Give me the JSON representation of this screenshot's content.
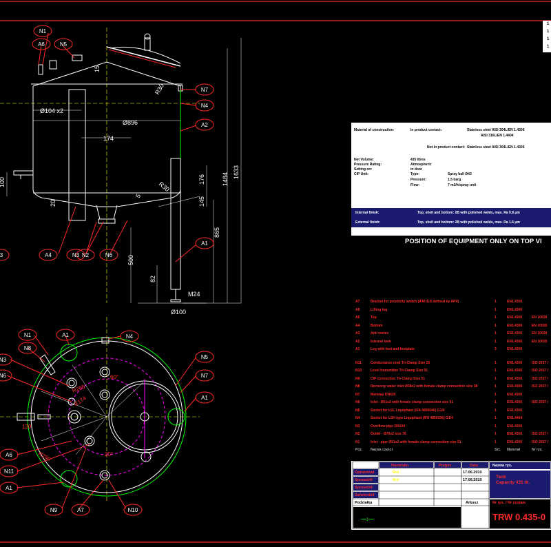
{
  "main_view": {
    "dims": {
      "d104x2": "Ø104 x2",
      "d896": "Ø896",
      "d174": "174",
      "d100": "100",
      "d20": "20",
      "d1484": "1484",
      "d1633": "1633",
      "d176": "176",
      "d145": "145",
      "d865": "865",
      "d500": "500",
      "d82": "82",
      "m24": "M24",
      "d100b": "Ø100",
      "r30a": "R30",
      "r30b": "R30",
      "d15": "15",
      "d5": "5"
    },
    "callouts": {
      "n1": "N1",
      "a6": "A6",
      "n5": "N5",
      "n7": "N7",
      "n4": "N4",
      "a2": "A2",
      "a4": "A4",
      "n3": "N3",
      "n2": "N2",
      "n6": "N6",
      "a1": "A1",
      "a3": "3"
    }
  },
  "top_view": {
    "callouts": {
      "n1": "N1",
      "a1a": "A1",
      "n4": "N4",
      "n8": "N8",
      "n3": "N3",
      "n6": "N6",
      "n5": "N5",
      "n7": "N7",
      "a1b": "A1",
      "a6": "A6",
      "n11": "N11",
      "a1c": "A1",
      "n9": "N9",
      "a7": "A7",
      "n10": "N10"
    },
    "dims": {
      "r174": "R174",
      "r285": "R285",
      "r280": "R280",
      "d20": "20°",
      "d60": "60°",
      "d120": "120"
    }
  },
  "spec": {
    "material_label": "Material of construction:",
    "in_product_label": "In product contact:",
    "in_product_value1": "Stainless steel AISI 304L/EN 1.4306",
    "in_product_value2": "AISI 316L/EN 1.4404",
    "not_in_product_label": "Not in product contact:",
    "not_in_product_value": "Stainless steel AISI 304L/EN 1.4306",
    "net_volume_label": "Net Volume:",
    "net_volume_value": "435 litres",
    "pressure_label": "Pressure Rating:",
    "pressure_value": "Atmospheric",
    "setting_label": "Setting on:",
    "setting_value": "in door",
    "cip_label": "CIP Unit:",
    "cip_type_label": "Type:",
    "cip_type_value": "Spray ball Ø43",
    "cip_pressure_label": "Pressure:",
    "cip_pressure_value": "1.5 barg",
    "cip_flow_label": "Flow:",
    "cip_flow_value": "7 m3/h/spray unit",
    "internal_finish_label": "Internal finish:",
    "internal_finish_value": "Top, shell and bottom: 2B with polished welds, max. Ra 0.8 μm",
    "external_finish_label": "External finish:",
    "external_finish_value": "Top, shell and bottom: 2B with polished welds, max. Ra 1.6 μm",
    "position_note": "POSITION OF EQUIPMENT ONLY ON TOP VI"
  },
  "bom": {
    "rows": [
      {
        "pos": "A7",
        "desc": "Bracket for proximity switch (IFM IGS defined by APV)",
        "qty": "1",
        "mat": "EN1.4306",
        "std": "",
        "color": "red"
      },
      {
        "pos": "A6",
        "desc": "Lifting lug",
        "qty": "1",
        "mat": "EN1.4306",
        "std": "",
        "color": "red"
      },
      {
        "pos": "A5",
        "desc": "Top",
        "qty": "1",
        "mat": "EN1.4306",
        "std": "EN 10028",
        "color": "red"
      },
      {
        "pos": "A4",
        "desc": "Bottom",
        "qty": "1",
        "mat": "EN1.4306",
        "std": "EN 10028",
        "color": "red"
      },
      {
        "pos": "A3",
        "desc": "Anti vortex",
        "qty": "1",
        "mat": "EN1.4306",
        "std": "EN 10028",
        "color": "red"
      },
      {
        "pos": "A2",
        "desc": "Internal tank",
        "qty": "1",
        "mat": "EN1.4306",
        "std": "EN 10028",
        "color": "red"
      },
      {
        "pos": "A1",
        "desc": "Leg with foot and footplate",
        "qty": "3",
        "mat": "EN1.4306",
        "std": "",
        "color": "red"
      },
      {
        "pos": "N11",
        "desc": "Conductance nisd Tri-Clamp Size 25",
        "qty": "1",
        "mat": "EN1.4306",
        "std": "ISO 2037 /",
        "color": "red"
      },
      {
        "pos": "N10",
        "desc": "Level transmitter Tri-Clamp Size 51",
        "qty": "1",
        "mat": "EN1.4306",
        "std": "ISO 2037 /",
        "color": "red"
      },
      {
        "pos": "N9",
        "desc": "CIP connection Tri-Clamp Size 51",
        "qty": "1",
        "mat": "EN1.4306",
        "std": "ISO 2037 /",
        "color": "red"
      },
      {
        "pos": "N8",
        "desc": "Recovery water inlet Ø38x2 with female clamp connection size 38",
        "qty": "1",
        "mat": "EN1.4306",
        "std": "ISO 2037 /",
        "color": "red"
      },
      {
        "pos": "N7",
        "desc": "Manway DN420",
        "qty": "1",
        "mat": "EN1.4306",
        "std": "",
        "color": "red"
      },
      {
        "pos": "N6",
        "desc": "Inlet - Ø51x2 with female clamp connection size 51",
        "qty": "1",
        "mat": "EN1.4306",
        "std": "ISO 2037 /",
        "color": "red"
      },
      {
        "pos": "N5",
        "desc": "Socket for LSL Liquiphant (IFA 4850046) G1/4",
        "qty": "1",
        "mat": "EN1.4306",
        "std": "",
        "color": "red"
      },
      {
        "pos": "N4",
        "desc": "Socket for LSH type Liquiphant (IFA 4850106) G1/4",
        "qty": "1",
        "mat": "EN1.4404",
        "std": "",
        "color": "red"
      },
      {
        "pos": "N3",
        "desc": "Overflow pipe DN104",
        "qty": "1",
        "mat": "EN1.4306",
        "std": "",
        "color": "red"
      },
      {
        "pos": "N2",
        "desc": "Outlet - Ø76x2 size 76",
        "qty": "1",
        "mat": "EN1.4306",
        "std": "ISO 2037 /",
        "color": "red"
      },
      {
        "pos": "N1",
        "desc": "Inlet - pipe Ø51x2 with female clamp connection size 51",
        "qty": "1",
        "mat": "EN1.4306",
        "std": "ISO 2037 /",
        "color": "red"
      },
      {
        "pos": "Poz.",
        "desc": "Nazwa części",
        "qty": "Szt.",
        "mat": "Materiał",
        "std": "Nr rys. ",
        "color": "gray"
      }
    ]
  },
  "title_block": {
    "col_name": "Nazwisko",
    "col_sign": "Podpis",
    "col_date": "Data",
    "r1": "Opracował",
    "r1_name": "Rut",
    "r1_date": "17.06.2010",
    "r2": "Sprawdził",
    "r2_name": "Rut",
    "r2_date": "17.06.2010",
    "r3": "Sprawdził",
    "r4": "Zatwierdził",
    "scale_label": "Podziałka",
    "scale_value": "—:—",
    "object_label": "Nazwa rys.",
    "title1": "Tank",
    "title2": "Capacity 435 lit.",
    "drawing_no_label": "Nr rys. / Nr zestaw.",
    "sheet_label": "Arkusz",
    "drawing_no": "TRW 0.435-0"
  },
  "top_right": {
    "rows": [
      "1",
      "1",
      "1",
      "1"
    ]
  }
}
